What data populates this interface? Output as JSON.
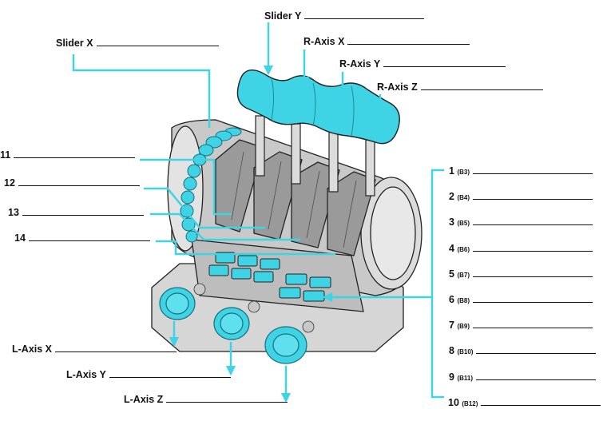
{
  "accent_color": "#3fd3e6",
  "labels": {
    "slider_y": "Slider Y",
    "slider_x": "Slider X",
    "r_axis_x": "R-Axis X",
    "r_axis_y": "R-Axis Y",
    "r_axis_z": "R-Axis Z",
    "l_axis_x": "L-Axis X",
    "l_axis_y": "L-Axis Y",
    "l_axis_z": "L-Axis Z",
    "n11": "11",
    "n12": "12",
    "n13": "13",
    "n14": "14"
  },
  "buttons": [
    {
      "num": "1",
      "code": "(B3)"
    },
    {
      "num": "2",
      "code": "(B4)"
    },
    {
      "num": "3",
      "code": "(B5)"
    },
    {
      "num": "4",
      "code": "(B6)"
    },
    {
      "num": "5",
      "code": "(B7)"
    },
    {
      "num": "6",
      "code": "(B8)"
    },
    {
      "num": "7",
      "code": "(B9)"
    },
    {
      "num": "8",
      "code": "(B10)"
    },
    {
      "num": "9",
      "code": "(B11)"
    },
    {
      "num": "10",
      "code": "(B12)"
    }
  ]
}
